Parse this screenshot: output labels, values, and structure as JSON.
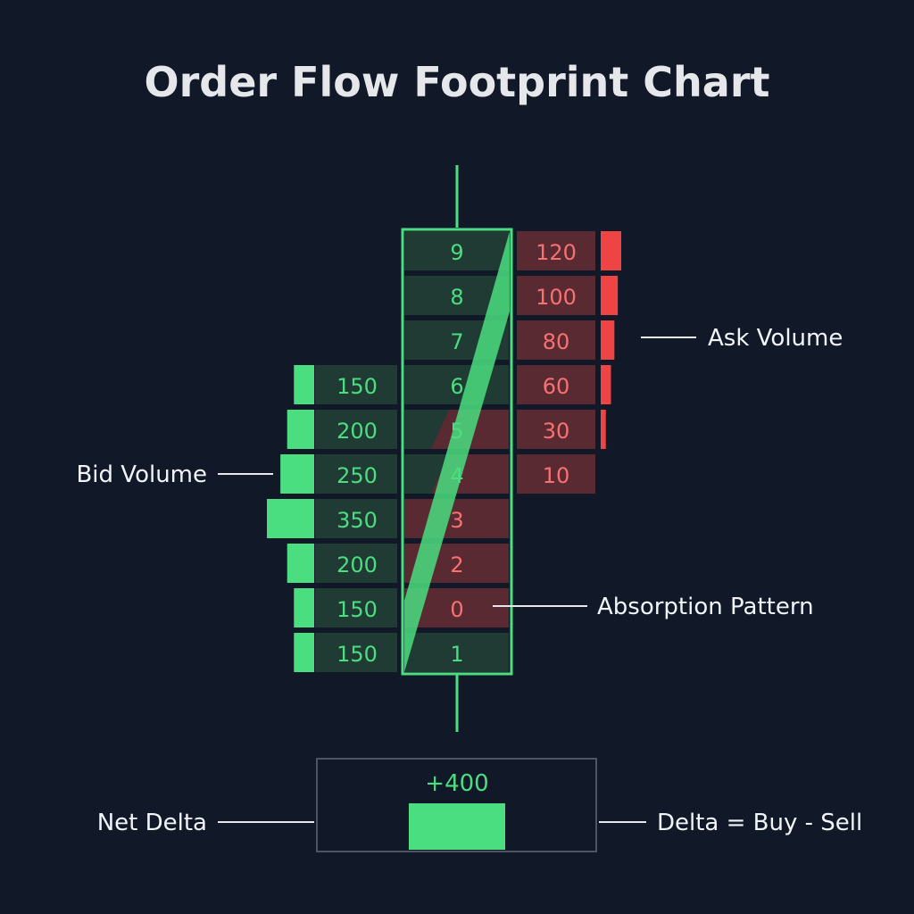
{
  "title": "Order Flow Footprint Chart",
  "colors": {
    "background": "#111827",
    "bid": "#4ade80",
    "ask": "#ef4444",
    "bid_cell": "#1f3b33",
    "ask_cell": "#5a2a33",
    "bid_text": "#4ade80",
    "ask_text": "#f87171",
    "annotation": "#f1f5f9",
    "delta_border": "#4b5563"
  },
  "chart_data": {
    "type": "table",
    "title": "Order Flow Footprint Chart",
    "rows": [
      {
        "center": "9",
        "center_side": "bid",
        "bid": null,
        "ask": 120
      },
      {
        "center": "8",
        "center_side": "bid",
        "bid": null,
        "ask": 100
      },
      {
        "center": "7",
        "center_side": "bid",
        "bid": null,
        "ask": 80
      },
      {
        "center": "6",
        "center_side": "bid",
        "bid": 150,
        "ask": 60
      },
      {
        "center": "5",
        "center_side": "mixed",
        "bid": 200,
        "ask": 30
      },
      {
        "center": "4",
        "center_side": "mixed",
        "bid": 250,
        "ask": 10
      },
      {
        "center": "3",
        "center_side": "ask",
        "bid": 350,
        "ask": null
      },
      {
        "center": "2",
        "center_side": "ask",
        "bid": 200,
        "ask": null
      },
      {
        "center": "0",
        "center_side": "ask",
        "bid": 150,
        "ask": null
      },
      {
        "center": "1",
        "center_side": "bid",
        "bid": 150,
        "ask": null
      }
    ],
    "bid_bar_max": 350,
    "ask_bar_max": 120,
    "net_delta": {
      "label": "+400",
      "value": 400
    }
  },
  "annotations": {
    "ask_volume": "Ask Volume",
    "bid_volume": "Bid Volume",
    "absorption": "Absorption Pattern",
    "net_delta": "Net Delta",
    "delta_formula": "Delta = Buy - Sell"
  }
}
